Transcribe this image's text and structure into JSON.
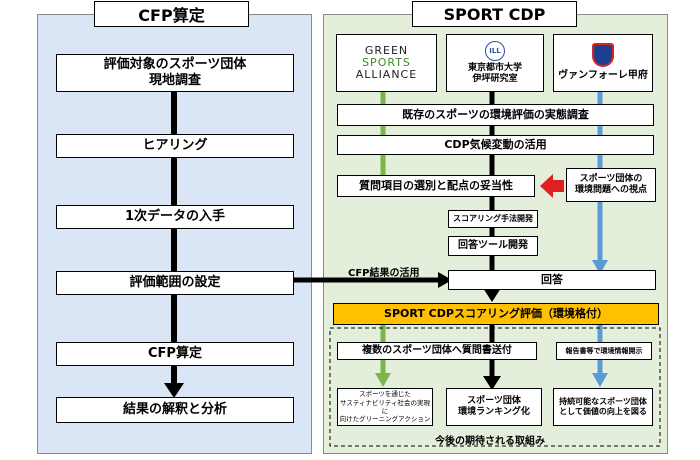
{
  "cfp": {
    "title": "CFP算定",
    "step1_line1": "評価対象のスポーツ団体",
    "step1_line2": "現地調査",
    "step2": "ヒアリング",
    "step3": "1次データの入手",
    "step4": "評価範囲の設定",
    "step5": "CFP算定",
    "step6": "結果の解釈と分析"
  },
  "cdp": {
    "title": "SPORT CDP",
    "logos": {
      "gsa_line1": "GREEN",
      "gsa_line2": "SPORTS",
      "gsa_line3": "ALLIANCE",
      "univ_line1": "東京都市大学",
      "univ_line2": "伊坪研究室",
      "univ_mark": "ILL",
      "club": "ヴァンフォーレ甲府"
    },
    "survey": "既存のスポーツの環境評価の実態調査",
    "cdp_use": "CDP気候変動の活用",
    "selection": "質問項目の選別と配点の妥当性",
    "viewpoint_line1": "スポーツ団体の",
    "viewpoint_line2": "環境問題への視点",
    "scoring_method": "スコアリング手法開発",
    "answer_tool": "回答ツール開発",
    "cfp_result": "CFP結果の活用",
    "answer": "回答",
    "scoring_eval": "SPORT CDPスコアリング評価（環境格付）",
    "send": "複数のスポーツ団体へ質問書送付",
    "disclosure": "報告書等で環境情報開示",
    "out1_line1": "スポーツを通じた",
    "out1_line2": "サスティナビリティ社会の実現に",
    "out1_line3": "向けたグリーニングアクション",
    "out2_line1": "スポーツ団体",
    "out2_line2": "環境ランキング化",
    "out3_line1": "持続可能なスポーツ団体",
    "out3_line2": "として価値の向上を図る",
    "future": "今後の期待される取組み"
  },
  "colors": {
    "left_panel": "#dae6f5",
    "right_panel": "#e3efda",
    "green_arrow": "#7ab648",
    "blue_arrow": "#5b9bd5",
    "red_arrow": "#e02020",
    "gold_bar": "#ffc000"
  }
}
